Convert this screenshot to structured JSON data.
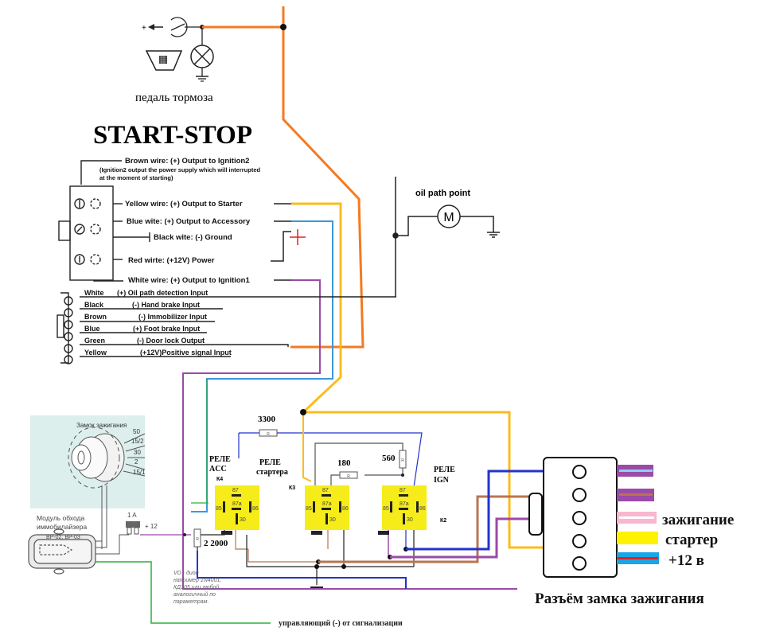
{
  "brake_pedal": {
    "label": "педаль тормоза",
    "plus_sign": "+"
  },
  "start_stop": {
    "title": "START-STOP",
    "wires": [
      {
        "text": "Brown wire:  (+) Output to Ignition2"
      },
      {
        "text": "(Ignition2 output the power supply which will interrupted"
      },
      {
        "text": "at the moment of starting)"
      },
      {
        "text": "Yellow wire:  (+) Output to Starter"
      },
      {
        "text": "Blue wite:  (+) Output to Accessory"
      },
      {
        "text": "Black wite: (-) Ground"
      },
      {
        "text": "Red wirte:  (+12V) Power"
      },
      {
        "text": "White wire: (+) Output to Ignition1"
      }
    ],
    "power_plus": "+"
  },
  "connector2": {
    "rows": [
      {
        "color": "White",
        "desc": "(+) Oil path detection Input"
      },
      {
        "color": "Black",
        "desc": "(-) Hand brake Input"
      },
      {
        "color": "Brown",
        "desc": "(-) Immobilizer Input"
      },
      {
        "color": "Blue",
        "desc": "(+) Foot brake Input"
      },
      {
        "color": "Green",
        "desc": "(-) Door lock Output"
      },
      {
        "color": "Yellow",
        "desc": "(+12V)Positive signal Input"
      }
    ]
  },
  "oil_path": {
    "label": "oil path point",
    "motor": "M"
  },
  "ignition_lock": {
    "title": "Замок зажигания",
    "terminals": [
      "50",
      "15/2",
      "30",
      "2",
      "15/1"
    ]
  },
  "immo_module": {
    "label_line1": "Модуль обхода",
    "label_line2": "иммобилайзера",
    "model": "BP-02, BP-03"
  },
  "fuse": {
    "rating": "1 A",
    "supply": "+ 12"
  },
  "resistors": {
    "r_label": "R",
    "r1": "3300",
    "r2": "180",
    "r3": "560",
    "r4": "2 2000"
  },
  "relays": [
    {
      "name_line1": "РЕЛЕ",
      "name_line2": "ACC",
      "id": "К4",
      "pins": [
        "87",
        "87a",
        "85",
        "86",
        "30"
      ]
    },
    {
      "name_line1": "РЕЛЕ",
      "name_line2": "стартера",
      "id": "К3",
      "pins": [
        "87",
        "87a",
        "85",
        "86",
        "30"
      ]
    },
    {
      "name_line1": "РЕЛЕ",
      "name_line2": "IGN",
      "id": "К2",
      "pins": [
        "87",
        "87a",
        "85",
        "86",
        "30"
      ]
    }
  ],
  "diode_note": {
    "lines": [
      "VD - диод",
      "например 1N4001,",
      "КД105 или любой",
      "аналогичный по",
      "параметрам."
    ]
  },
  "alarm_label": "управляющий (-) от  сигнализации",
  "lock_connector": {
    "title": "Разъём замка зажигания",
    "labels": {
      "ignition": "зажигание",
      "starter": "стартер",
      "plus12": "+12 в"
    }
  },
  "colors": {
    "orange": "#f47a20",
    "yellow_wire": "#fbbc1c",
    "blue_wire": "#3a9ad9",
    "purple_wire": "#9a4aa8",
    "relay_yellow": "#f5ec1a",
    "dark_blue": "#2233cc",
    "brown": "#b87550",
    "green": "#2daf3a",
    "panel": "#dcefec"
  }
}
